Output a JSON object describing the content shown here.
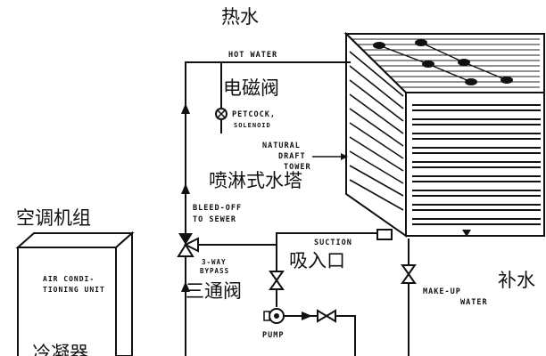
{
  "labels_en": {
    "hot_water": "HOT WATER",
    "petcock_1": "PETCOCK,",
    "petcock_2": "SOLENOID",
    "natural_draft_1": "NATURAL",
    "natural_draft_2": "DRAFT",
    "natural_draft_3": "TOWER",
    "bleed_off_1": "BLEED-OFF",
    "bleed_off_2": "TO SEWER",
    "suction": "SUCTION",
    "bypass_1": "3-WAY",
    "bypass_2": "BYPASS",
    "pump": "PUMP",
    "makeup_1": "MAKE-UP",
    "makeup_2": "WATER",
    "ac_unit_1": "AIR CONDI-",
    "ac_unit_2": "TIONING UNIT"
  },
  "labels_zh": {
    "hot_water": "热水",
    "solenoid_valve": "电磁阀",
    "spray_tower": "喷淋式水塔",
    "ac_unit": "空调机组",
    "suction_inlet": "吸入口",
    "makeup_water": "补水",
    "three_way_valve": "三通阀",
    "condenser": "冷凝器"
  }
}
